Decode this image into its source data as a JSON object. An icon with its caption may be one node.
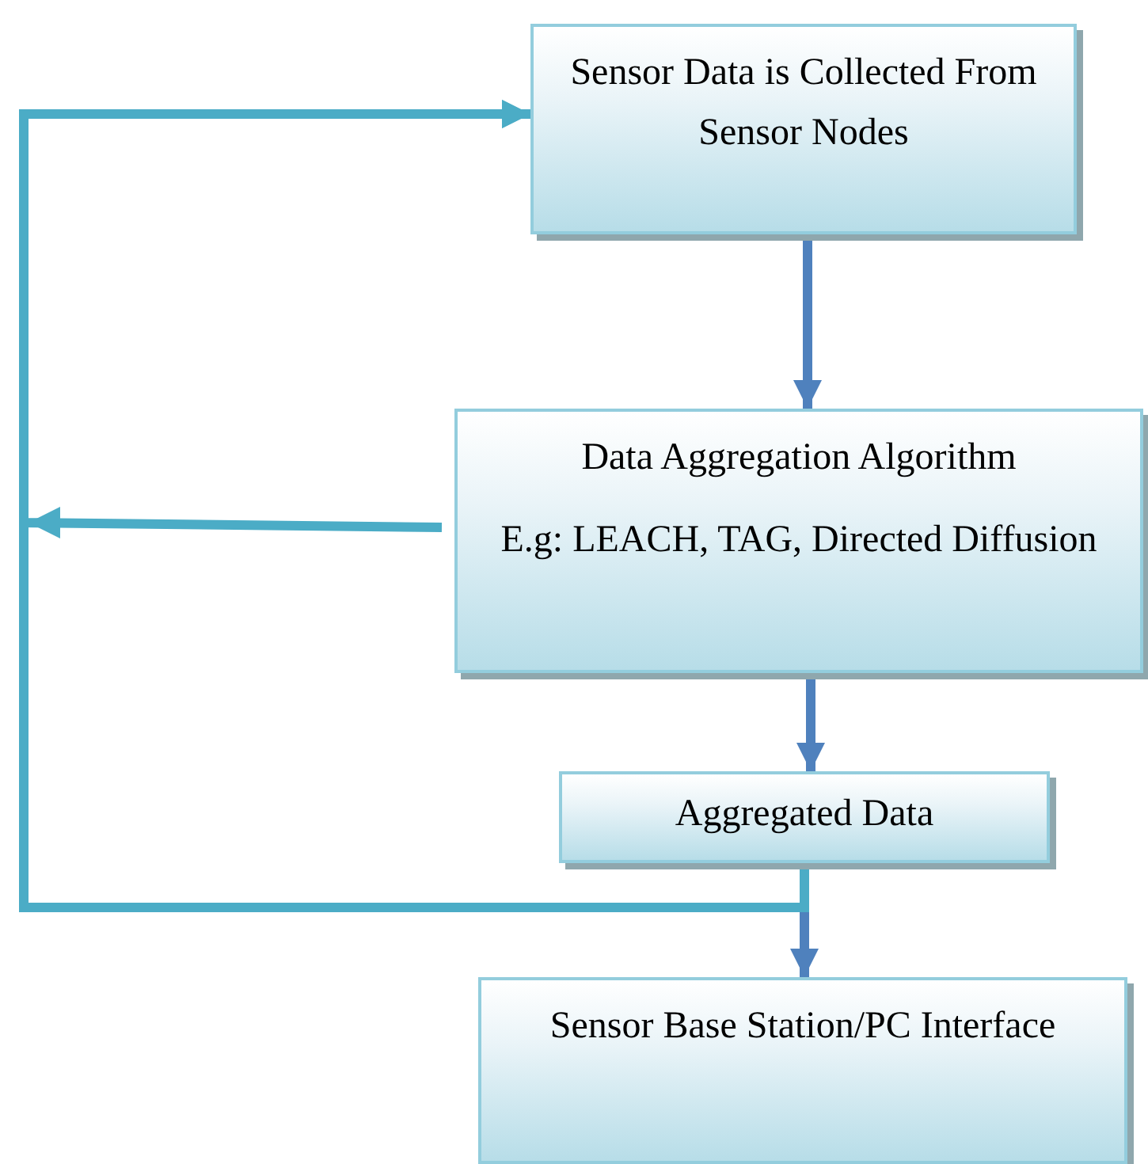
{
  "diagram": {
    "nodes": [
      {
        "text": [
          "Sensor Data is Collected From Sensor Nodes"
        ]
      },
      {
        "text": [
          "Data Aggregation Algorithm",
          "E.g: LEACH, TAG, Directed Diffusion"
        ]
      },
      {
        "text": [
          "Aggregated Data"
        ]
      },
      {
        "text": [
          "Sensor Base Station/PC Interface"
        ]
      }
    ],
    "edges": [
      {
        "from": 0,
        "to": 1,
        "arrow": "to"
      },
      {
        "from": 1,
        "to": 2,
        "arrow": "to"
      },
      {
        "from": 2,
        "to": 3,
        "arrow": "to"
      },
      {
        "from": 1,
        "to": 0,
        "arrow": "to",
        "color": "#4bacc6"
      },
      {
        "from": 2,
        "to": 0,
        "arrow": "to",
        "color": "#4bacc6"
      }
    ]
  }
}
